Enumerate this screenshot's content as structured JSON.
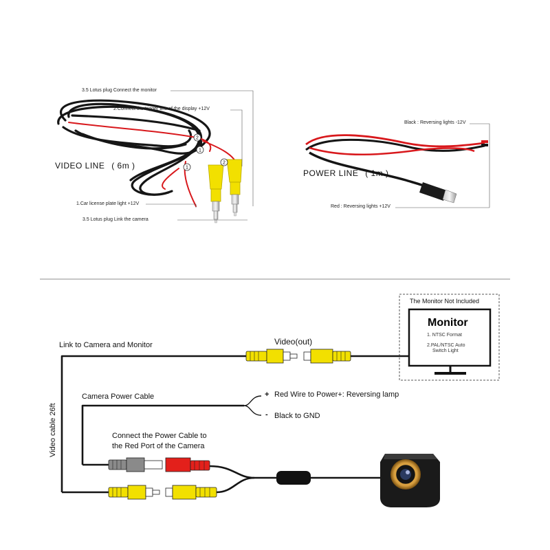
{
  "top": {
    "video_line": {
      "title": "VIDEO  LINE",
      "length": "( 6m )",
      "label_lotus_monitor": "3.5 Lotus plug  Connect the monitor",
      "label_trigger": "2.Connect the trigger line of the display +12V",
      "label_plate": "1.Car license plate light +12V",
      "label_lotus_camera": "3.5 Lotus plug  Link the camera",
      "badge_1": "1",
      "badge_2": "2"
    },
    "power_line": {
      "title": "POWER  LINE",
      "length": "( 1m )",
      "label_black": "Black : Reversing lights -12V",
      "label_red": "Red : Reversing lights +12V"
    }
  },
  "bottom": {
    "monitor_box_title": "The Monitor Not Included",
    "monitor_title": "Monitor",
    "monitor_spec_1": "1. NTSC Format",
    "monitor_spec_2a": "2.PAL/NTSC Auto",
    "monitor_spec_2b": "Switch Light",
    "video_out": "Video(out)",
    "link_label": "Link to Camera and Monitor",
    "power_cable_label": "Camera Power Cable",
    "red_wire_label": "Red Wire to Power+: Reversing lamp",
    "black_wire_label": "Black to GND",
    "plus_sign": "+",
    "minus_sign": "-",
    "connect_line_1": "Connect the Power Cable to",
    "connect_line_2": "the Red Port of the Camera",
    "video_cable": "Video cable 26ft"
  },
  "colors": {
    "rca_yellow": "#f2e000",
    "rca_red": "#e3201b",
    "rca_grey": "#8a8a8a",
    "wire_black": "#151515",
    "wire_red": "#d8181c",
    "gold_lens": "#d9a040"
  }
}
